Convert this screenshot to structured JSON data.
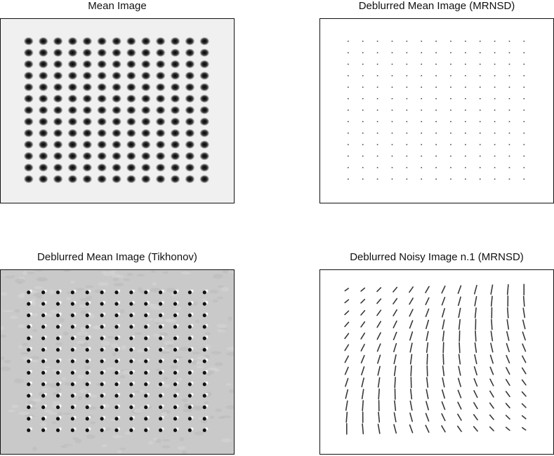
{
  "panels": [
    {
      "title": "Mean Image",
      "image": "mean-image",
      "background": "#f0f0f0"
    },
    {
      "title": "Deblurred Mean Image (MRNSD)",
      "image": "deblurred-mean-mrnsd",
      "background": "#ffffff"
    },
    {
      "title": "Deblurred Mean Image (Tikhonov)",
      "image": "deblurred-mean-tikhonov",
      "background": "#c9c9c9"
    },
    {
      "title": "Deblurred Noisy Image n.1 (MRNSD)",
      "image": "deblurred-noisy-mrnsd",
      "background": "#ffffff"
    }
  ],
  "grid": {
    "rows": 13,
    "cols": 13
  }
}
